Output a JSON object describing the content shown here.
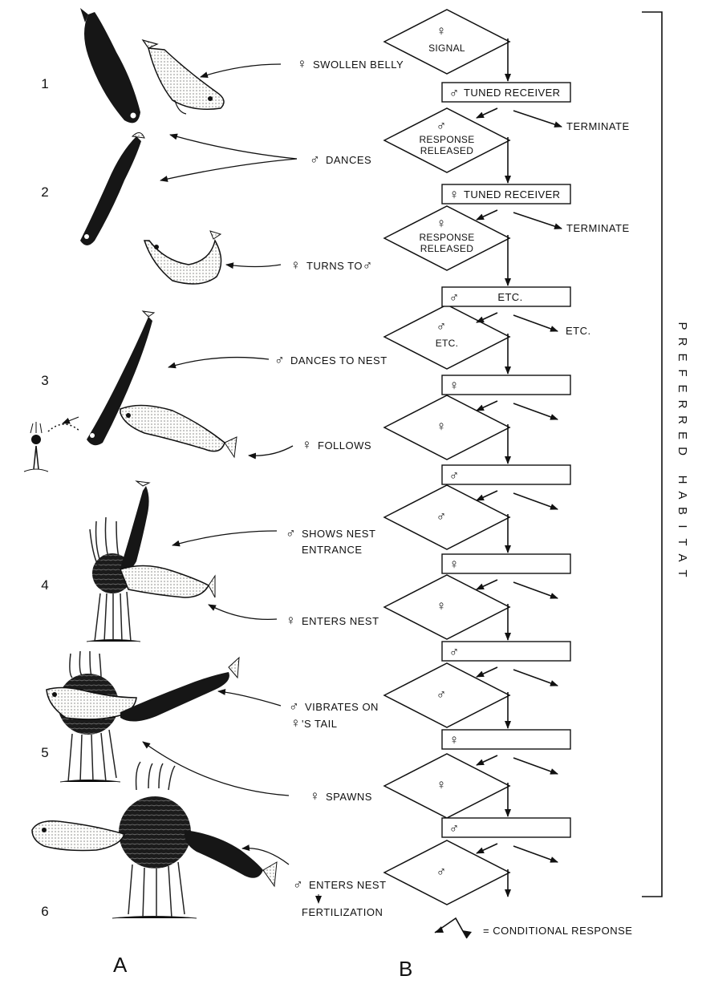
{
  "symbols": {
    "male": "♂",
    "female": "♀"
  },
  "panel_labels": [
    "A",
    "B"
  ],
  "stage_numbers": [
    "1",
    "2",
    "3",
    "4",
    "5",
    "6"
  ],
  "behaviors": [
    {
      "sex": "♀",
      "text": "SWOLLEN BELLY",
      "line2": ""
    },
    {
      "sex": "♂",
      "text": "DANCES",
      "line2": ""
    },
    {
      "sex": "♀",
      "text": "TURNS TO",
      "suffix": "♂",
      "line2": ""
    },
    {
      "sex": "♂",
      "text": "DANCES TO NEST",
      "line2": ""
    },
    {
      "sex": "♀",
      "text": "FOLLOWS",
      "line2": ""
    },
    {
      "sex": "♂",
      "text": "SHOWS NEST",
      "line2": "ENTRANCE"
    },
    {
      "sex": "♀",
      "text": "ENTERS NEST",
      "line2": ""
    },
    {
      "sex": "♂",
      "text": "VIBRATES ON",
      "line2": "'S TAIL",
      "line2_sex": "♀"
    },
    {
      "sex": "♀",
      "text": "SPAWNS",
      "line2": ""
    },
    {
      "sex": "♂",
      "text": "ENTERS NEST",
      "line2": "FERTILIZATION"
    }
  ],
  "flow": {
    "diamonds": [
      {
        "sex": "♀",
        "lines": [
          "SIGNAL"
        ]
      },
      {
        "sex": "♂",
        "lines": [
          "RESPONSE",
          "RELEASED"
        ]
      },
      {
        "sex": "♀",
        "lines": [
          "RESPONSE",
          "RELEASED"
        ]
      },
      {
        "sex": "♂",
        "lines": [
          "ETC."
        ]
      },
      {
        "sex": "♀",
        "lines": []
      },
      {
        "sex": "♂",
        "lines": []
      },
      {
        "sex": "♀",
        "lines": []
      },
      {
        "sex": "♂",
        "lines": []
      },
      {
        "sex": "♀",
        "lines": []
      },
      {
        "sex": "♂",
        "lines": []
      }
    ],
    "boxes": [
      {
        "sex": "♂",
        "text": "TUNED RECEIVER"
      },
      {
        "sex": "♀",
        "text": "TUNED RECEIVER"
      },
      {
        "sex": "♂",
        "text": "ETC."
      },
      {
        "sex": "♀",
        "text": ""
      },
      {
        "sex": "♂",
        "text": ""
      },
      {
        "sex": "♀",
        "text": ""
      },
      {
        "sex": "♂",
        "text": ""
      },
      {
        "sex": "♀",
        "text": ""
      },
      {
        "sex": "♂",
        "text": ""
      }
    ],
    "branch_labels": [
      "TERMINATE",
      "TERMINATE",
      "ETC."
    ]
  },
  "legend": {
    "text": "= CONDITIONAL RESPONSE"
  },
  "habitat_label": "PREFERRED HABITAT"
}
